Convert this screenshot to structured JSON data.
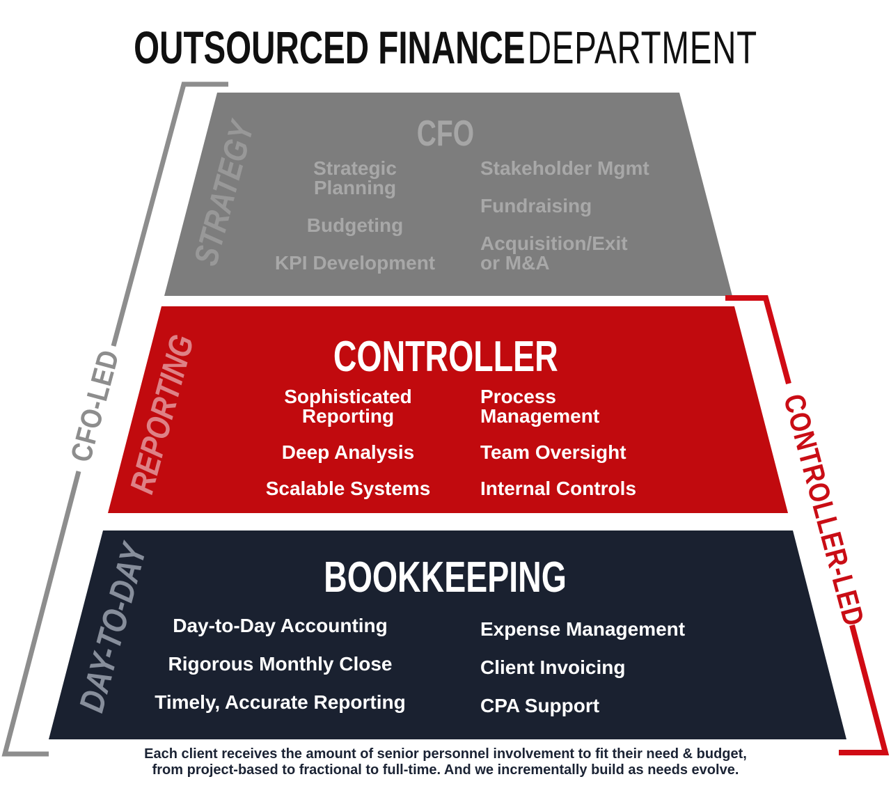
{
  "title": {
    "part_heavy": "OUTSOURCED FINANCE",
    "part_light": "DEPARTMENT"
  },
  "colors": {
    "tier_cfo": "#7d7d7d",
    "tier_controller": "#c10a0e",
    "tier_bookkeeping": "#1a2130",
    "bracket_left": "#8d8d8d",
    "bracket_right": "#d00b14",
    "label_strategy": "#989898",
    "label_reporting": "#de8186",
    "label_daytoday": "#878e9b",
    "label_cfo_led": "#8d8d8d",
    "label_controller_led": "#c90d15",
    "caption_text": "#1b2334"
  },
  "tiers": [
    {
      "title": "CFO",
      "side_label": "STRATEGY",
      "items_left": [
        [
          "Strategic",
          "Planning"
        ],
        [
          "Budgeting"
        ],
        [
          "KPI Development"
        ]
      ],
      "items_right": [
        [
          "Stakeholder Mgmt"
        ],
        [
          "Fundraising"
        ],
        [
          "Acquisition/Exit",
          "or M&A"
        ]
      ]
    },
    {
      "title": "CONTROLLER",
      "side_label": "REPORTING",
      "items_left": [
        [
          "Sophisticated",
          "Reporting"
        ],
        [
          "Deep Analysis"
        ],
        [
          "Scalable Systems"
        ]
      ],
      "items_right": [
        [
          "Process",
          "Management"
        ],
        [
          "Team Oversight"
        ],
        [
          "Internal Controls"
        ]
      ]
    },
    {
      "title": "BOOKKEEPING",
      "side_label": "DAY-TO-DAY",
      "items_left": [
        [
          "Day-to-Day Accounting"
        ],
        [
          "Rigorous Monthly Close"
        ],
        [
          "Timely, Accurate Reporting"
        ]
      ],
      "items_right": [
        [
          "Expense Management"
        ],
        [
          "Client Invoicing"
        ],
        [
          "CPA Support"
        ]
      ]
    }
  ],
  "brackets": {
    "left_label": "CFO-LED",
    "right_label": "CONTROLLER-LED"
  },
  "caption": {
    "line1": "Each client receives the amount of senior personnel involvement to fit their need & budget,",
    "line2": "from project-based to fractional to full-time. And we incrementally build as needs evolve."
  }
}
